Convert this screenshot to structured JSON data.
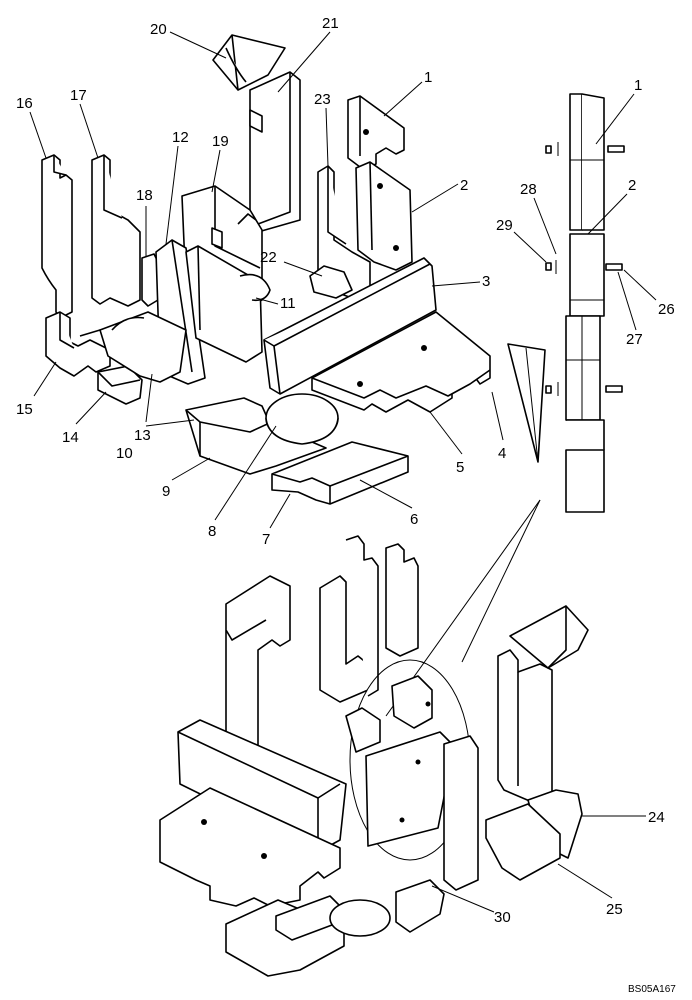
{
  "diagram": {
    "callouts": [
      "1",
      "2",
      "3",
      "4",
      "5",
      "6",
      "7",
      "8",
      "9",
      "10",
      "11",
      "12",
      "13",
      "14",
      "15",
      "16",
      "17",
      "18",
      "19",
      "20",
      "21",
      "22",
      "23",
      "1",
      "2",
      "28",
      "29",
      "26",
      "27",
      "24",
      "25",
      "30"
    ],
    "drawing_code": "BS05A167"
  },
  "colors": {
    "line": "#000000",
    "paper": "#ffffff"
  }
}
